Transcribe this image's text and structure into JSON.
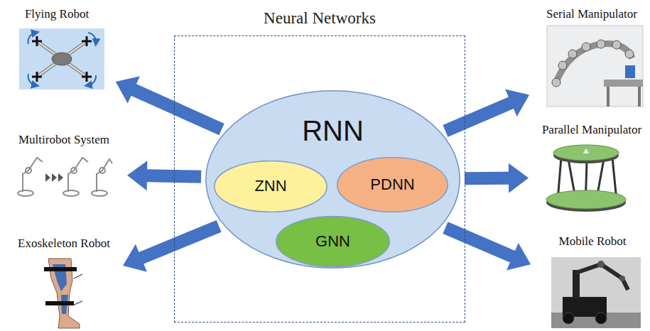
{
  "diagram": {
    "nodes": [
      {
        "text": [
          "Neural Networks"
        ]
      },
      {
        "text": [
          "RNN"
        ],
        "in": 0
      },
      {
        "text": [
          "ZNN"
        ],
        "in": 1
      },
      {
        "text": [
          "PDNN"
        ],
        "in": 1
      },
      {
        "text": [
          "GNN"
        ],
        "in": 1
      },
      {
        "text": [
          "Flying Robot"
        ]
      },
      {
        "text": [
          "Serial Manipulator"
        ]
      },
      {
        "text": [
          "Multirobot System"
        ]
      },
      {
        "text": [
          "Parallel Manipulator"
        ]
      },
      {
        "text": [
          "Exoskeleton Robot"
        ]
      },
      {
        "text": [
          "Mobile Robot"
        ]
      }
    ],
    "edges": [
      {
        "from": 1,
        "to": 5,
        "arrow": "to"
      },
      {
        "from": 1,
        "to": 6,
        "arrow": "to"
      },
      {
        "from": 1,
        "to": 7,
        "arrow": "to"
      },
      {
        "from": 1,
        "to": 8,
        "arrow": "to"
      },
      {
        "from": 1,
        "to": 9,
        "arrow": "to"
      },
      {
        "from": 1,
        "to": 10,
        "arrow": "to"
      }
    ]
  }
}
